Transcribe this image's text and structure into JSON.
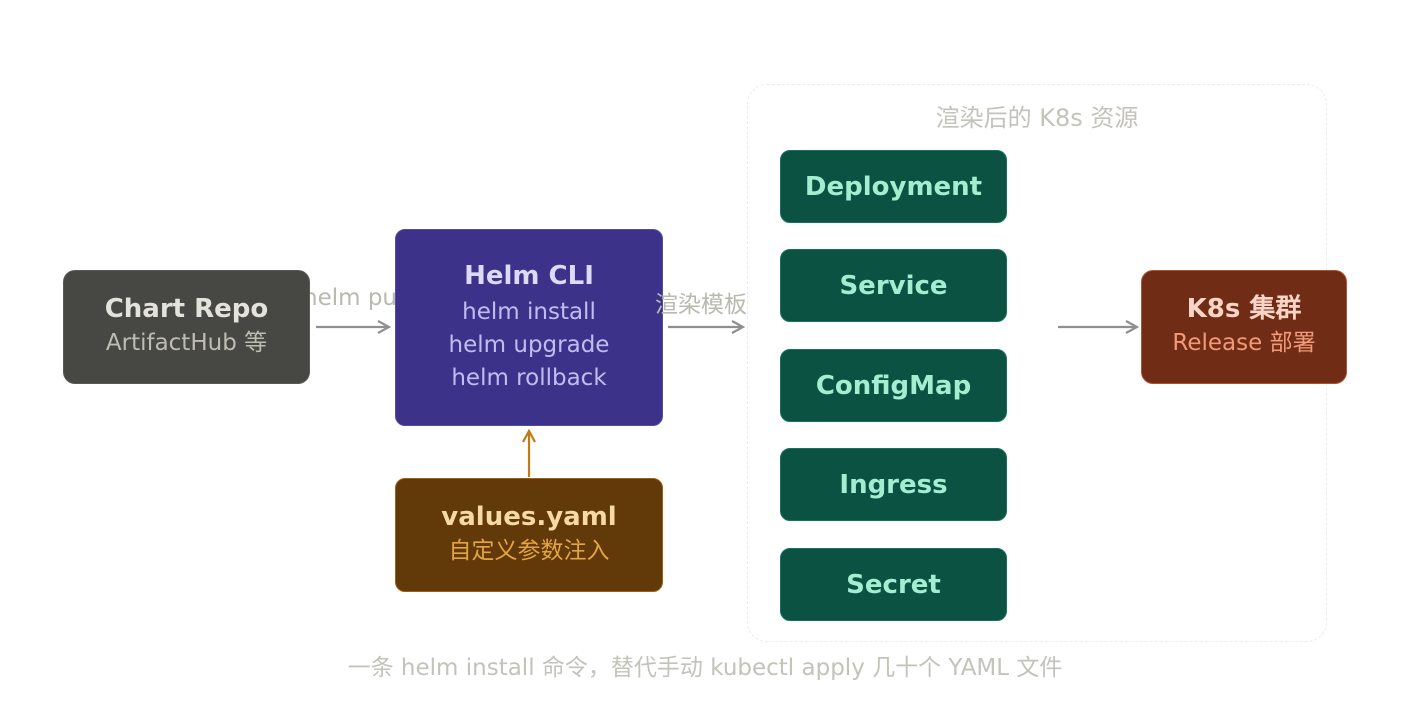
{
  "nodes": {
    "chart_repo": {
      "title": "Chart Repo",
      "subtitle": "ArtifactHub 等"
    },
    "helm_cli": {
      "title": "Helm CLI",
      "commands": [
        "helm install",
        "helm upgrade",
        "helm rollback"
      ]
    },
    "values_yaml": {
      "title": "values.yaml",
      "subtitle": "自定义参数注入"
    },
    "k8s_cluster": {
      "title": "K8s 集群",
      "subtitle": "Release 部署"
    }
  },
  "resources": {
    "label": "渲染后的 K8s 资源",
    "items": [
      "Deployment",
      "Service",
      "ConfigMap",
      "Ingress",
      "Secret"
    ]
  },
  "edges": {
    "pull_label": "helm pull",
    "render_label": "渲染模板"
  },
  "footer": "一条 helm install 命令，替代手动 kubectl apply 几十个 YAML 文件",
  "colors": {
    "arrow": "#8f8f8f",
    "values_arrow": "#c27a17",
    "helm_box": "#3c328a",
    "resource_box": "#0b5243",
    "cluster_box": "#712c15",
    "values_box": "#623908",
    "repo_box": "#474743"
  }
}
